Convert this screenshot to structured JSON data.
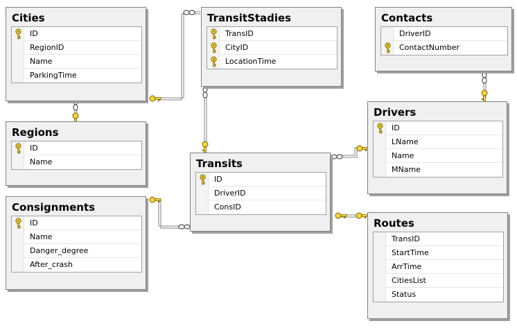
{
  "tables": {
    "cities": {
      "title": "Cities",
      "columns": [
        {
          "name": "ID",
          "key": true
        },
        {
          "name": "RegionID",
          "key": false
        },
        {
          "name": "Name",
          "key": false
        },
        {
          "name": "ParkingTime",
          "key": false
        }
      ]
    },
    "transitstadies": {
      "title": "TransitStadies",
      "columns": [
        {
          "name": "TransID",
          "key": true
        },
        {
          "name": "CityID",
          "key": true
        },
        {
          "name": "LocationTime",
          "key": true
        }
      ]
    },
    "contacts": {
      "title": "Contacts",
      "columns": [
        {
          "name": "DriverID",
          "key": false
        },
        {
          "name": "ContactNumber",
          "key": true
        }
      ]
    },
    "regions": {
      "title": "Regions",
      "columns": [
        {
          "name": "ID",
          "key": true
        },
        {
          "name": "Name",
          "key": false
        }
      ]
    },
    "drivers": {
      "title": "Drivers",
      "columns": [
        {
          "name": "ID",
          "key": true
        },
        {
          "name": "LName",
          "key": false
        },
        {
          "name": "Name",
          "key": false
        },
        {
          "name": "MName",
          "key": false
        }
      ]
    },
    "transits": {
      "title": "Transits",
      "columns": [
        {
          "name": "ID",
          "key": true
        },
        {
          "name": "DriverID",
          "key": false
        },
        {
          "name": "ConsID",
          "key": false
        }
      ]
    },
    "consignments": {
      "title": "Consignments",
      "columns": [
        {
          "name": "ID",
          "key": true
        },
        {
          "name": "Name",
          "key": false
        },
        {
          "name": "Danger_degree",
          "key": false
        },
        {
          "name": "After_crash",
          "key": false
        }
      ]
    },
    "routes": {
      "title": "Routes",
      "columns": [
        {
          "name": "TransID",
          "key": false
        },
        {
          "name": "StartTime",
          "key": false
        },
        {
          "name": "ArrTime",
          "key": false
        },
        {
          "name": "CitiesList",
          "key": false
        },
        {
          "name": "Status",
          "key": false
        }
      ]
    }
  },
  "colors": {
    "key_fill": "#f5d33a",
    "key_stroke": "#7a6400",
    "line": "#808080"
  }
}
